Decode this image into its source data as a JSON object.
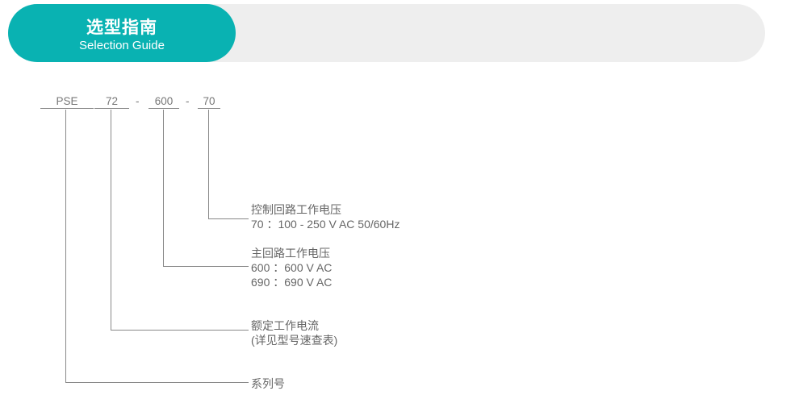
{
  "header": {
    "title": "选型指南",
    "subtitle": "Selection Guide"
  },
  "colors": {
    "accent": "#09b2b2",
    "banner_bg": "#eeeeee",
    "line": "#888888",
    "text": "#666666"
  },
  "model_code": {
    "series": "PSE",
    "current": "72",
    "dash1": "-",
    "main_voltage": "600",
    "dash2": "-",
    "control_voltage": "70"
  },
  "descriptions": {
    "control_voltage": {
      "title": "控制回路工作电压",
      "lines": [
        "70 ：100 - 250 V AC 50/60Hz"
      ]
    },
    "main_voltage": {
      "title": "主回路工作电压",
      "lines": [
        "600 ：600 V AC",
        "690 ：690 V AC"
      ]
    },
    "current": {
      "title": "额定工作电流",
      "lines": [
        "(详见型号速查表)"
      ]
    },
    "series": {
      "title": "系列号"
    }
  }
}
